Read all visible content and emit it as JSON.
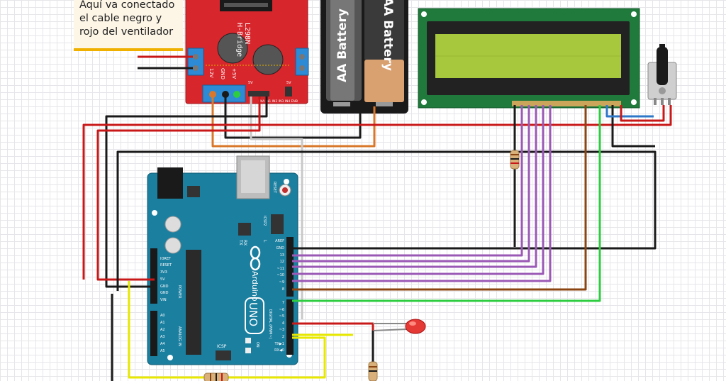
{
  "note": {
    "lines": [
      "Aquí va conectado",
      "el cable negro y",
      "rojo del ventilador"
    ]
  },
  "driver": {
    "chip_text": "L298N",
    "name_text": "H-Bridge",
    "pin_12v": "12V",
    "pin_gnd": "GND",
    "pin_5v": "+5V",
    "pin_5v_small": "5V",
    "pin_5v_small_2": "5V",
    "pin_row": "ENA IN1 IN2 IN3 IN4 ENB"
  },
  "battery": {
    "label_1": "AA Battery",
    "label_2": "AA Battery"
  },
  "arduino": {
    "logo_text": "Arduino",
    "model": "UNO",
    "reset": "RESET",
    "icsp2": "ICSP2",
    "icsp": "ICSP",
    "tx": "TX",
    "rx": "RX",
    "l": "L",
    "on": "ON",
    "power": "POWER",
    "analog_in": "ANALOG IN",
    "digital": "DIGITAL (PWM~)",
    "power_pins": [
      "IOREF",
      "RESET",
      "3V3",
      "5V",
      "GND",
      "GND",
      "VIN"
    ],
    "analog_pins": [
      "A0",
      "A1",
      "A2",
      "A3",
      "A4",
      "A5"
    ],
    "digital_pins": [
      "AREF",
      "GND",
      "13",
      "12",
      "~11",
      "~10",
      "~9",
      "8",
      "7",
      "~6",
      "~5",
      "4",
      "~3",
      "2",
      "TX▶1",
      "RX◀0"
    ]
  },
  "colors": {
    "board": "#1b7fa0",
    "driver": "#d7262c",
    "lcd_screen": "#a7c83c",
    "wire_red": "#c81818",
    "wire_black": "#1a1a1a",
    "wire_orange": "#d9782a",
    "wire_purple": "#9b59b6",
    "wire_brown": "#8b4513",
    "wire_green": "#2ecc40",
    "wire_yellow": "#e8e800",
    "wire_blue": "#2f78c8",
    "wire_white": "#c8c8c8"
  }
}
